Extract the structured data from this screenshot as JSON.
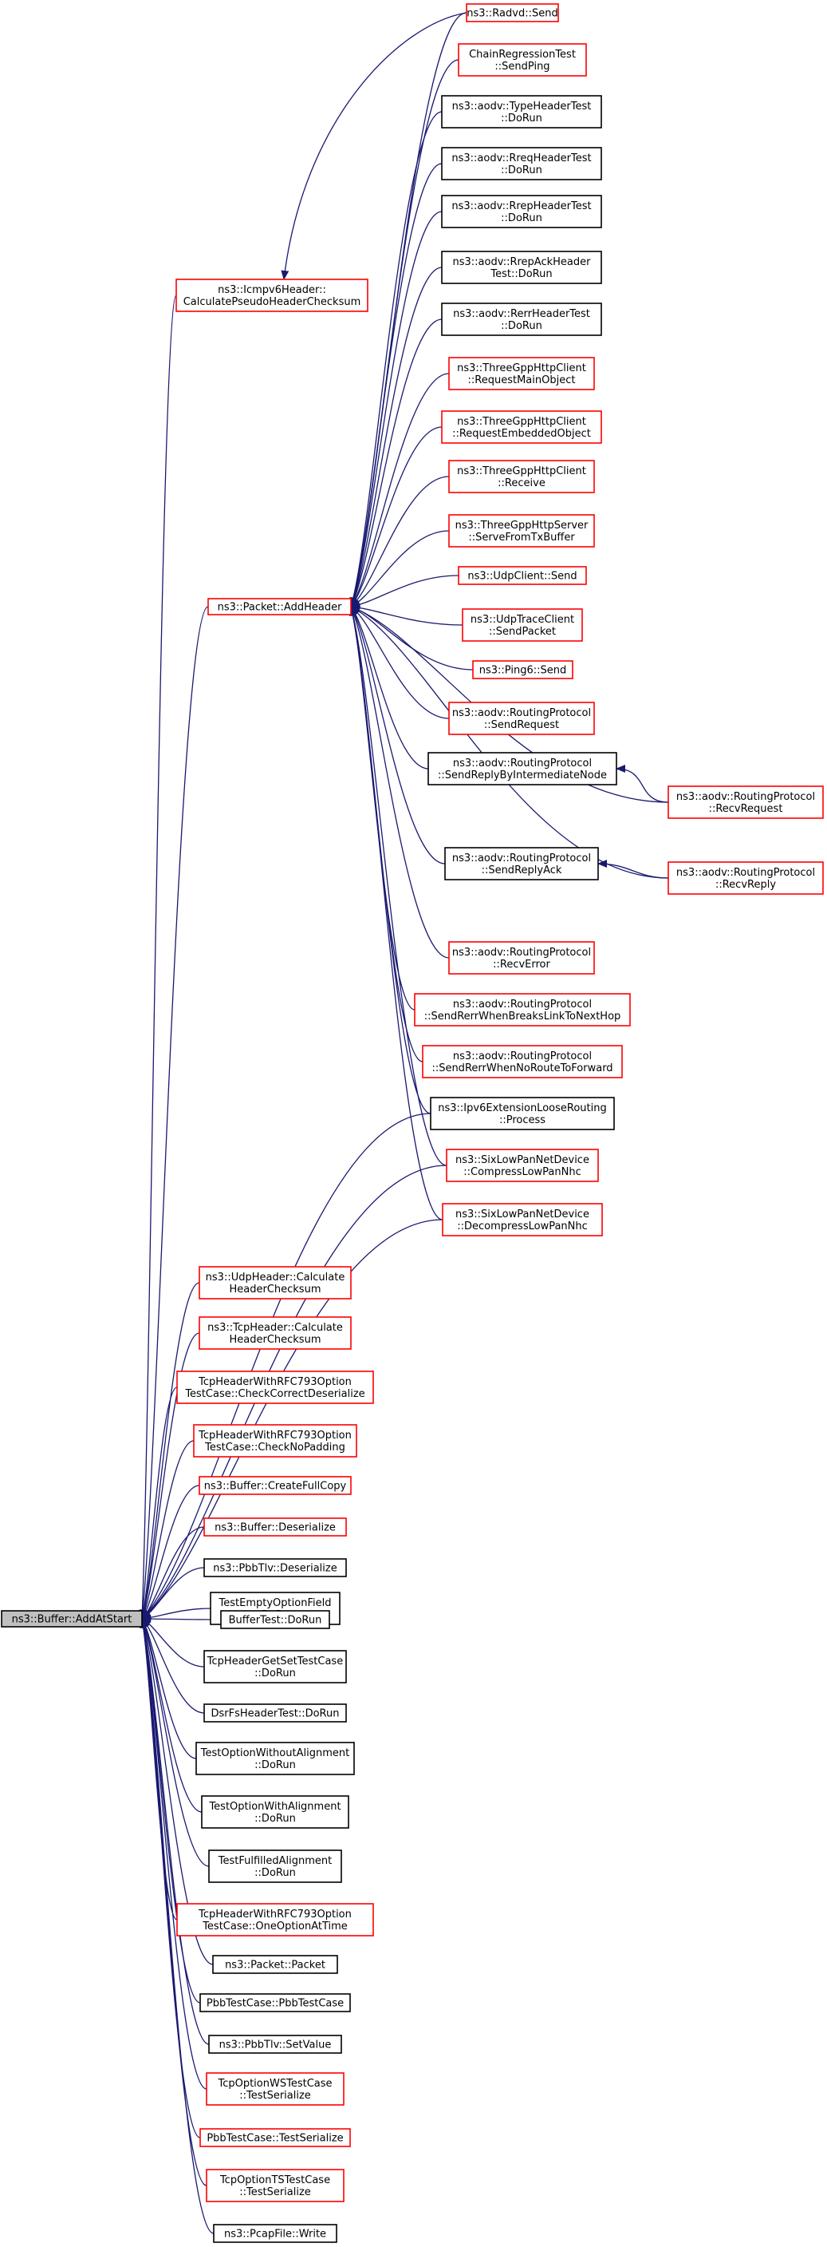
{
  "colors": {
    "edge": "#191970",
    "border_red": "#ff0000",
    "border_black": "#000000",
    "root_fill": "#bfbfbf"
  },
  "nodes": [
    {
      "id": "buffer_addatstart",
      "lines": [
        "ns3::Buffer::AddAtStart"
      ],
      "border": "black",
      "root": true
    },
    {
      "id": "packet_addheader",
      "lines": [
        "ns3::Packet::AddHeader"
      ],
      "border": "red"
    },
    {
      "id": "icmpv6_checksum",
      "lines": [
        "ns3::Icmpv6Header::",
        "CalculatePseudoHeaderChecksum"
      ],
      "border": "red"
    },
    {
      "id": "radvd_send",
      "lines": [
        "ns3::Radvd::Send"
      ],
      "border": "red"
    },
    {
      "id": "chain_sendping",
      "lines": [
        "ChainRegressionTest",
        "::SendPing"
      ],
      "border": "red"
    },
    {
      "id": "typeheader",
      "lines": [
        "ns3::aodv::TypeHeaderTest",
        "::DoRun"
      ],
      "border": "black"
    },
    {
      "id": "rreqheader",
      "lines": [
        "ns3::aodv::RreqHeaderTest",
        "::DoRun"
      ],
      "border": "black"
    },
    {
      "id": "rrepheader",
      "lines": [
        "ns3::aodv::RrepHeaderTest",
        "::DoRun"
      ],
      "border": "black"
    },
    {
      "id": "rrepackheader",
      "lines": [
        "ns3::aodv::RrepAckHeader",
        "Test::DoRun"
      ],
      "border": "black"
    },
    {
      "id": "rerrheader",
      "lines": [
        "ns3::aodv::RerrHeaderTest",
        "::DoRun"
      ],
      "border": "black"
    },
    {
      "id": "http_mainobj",
      "lines": [
        "ns3::ThreeGppHttpClient",
        "::RequestMainObject"
      ],
      "border": "red"
    },
    {
      "id": "http_embobj",
      "lines": [
        "ns3::ThreeGppHttpClient",
        "::RequestEmbeddedObject"
      ],
      "border": "red"
    },
    {
      "id": "http_receive",
      "lines": [
        "ns3::ThreeGppHttpClient",
        "::Receive"
      ],
      "border": "red"
    },
    {
      "id": "http_serve",
      "lines": [
        "ns3::ThreeGppHttpServer",
        "::ServeFromTxBuffer"
      ],
      "border": "red"
    },
    {
      "id": "udpclient_send",
      "lines": [
        "ns3::UdpClient::Send"
      ],
      "border": "red"
    },
    {
      "id": "udptrace_send",
      "lines": [
        "ns3::UdpTraceClient",
        "::SendPacket"
      ],
      "border": "red"
    },
    {
      "id": "ping6_send",
      "lines": [
        "ns3::Ping6::Send"
      ],
      "border": "red"
    },
    {
      "id": "rp_sendrequest",
      "lines": [
        "ns3::aodv::RoutingProtocol",
        "::SendRequest"
      ],
      "border": "red"
    },
    {
      "id": "rp_sendreplyinter",
      "lines": [
        "ns3::aodv::RoutingProtocol",
        "::SendReplyByIntermediateNode"
      ],
      "border": "black"
    },
    {
      "id": "rp_recvrequest",
      "lines": [
        "ns3::aodv::RoutingProtocol",
        "::RecvRequest"
      ],
      "border": "red"
    },
    {
      "id": "rp_sendreplyack",
      "lines": [
        "ns3::aodv::RoutingProtocol",
        "::SendReplyAck"
      ],
      "border": "black"
    },
    {
      "id": "rp_recvreply",
      "lines": [
        "ns3::aodv::RoutingProtocol",
        "::RecvReply"
      ],
      "border": "red"
    },
    {
      "id": "rp_recverror",
      "lines": [
        "ns3::aodv::RoutingProtocol",
        "::RecvError"
      ],
      "border": "red"
    },
    {
      "id": "rp_rerrbreaks",
      "lines": [
        "ns3::aodv::RoutingProtocol",
        "::SendRerrWhenBreaksLinkToNextHop"
      ],
      "border": "red"
    },
    {
      "id": "rp_rerrnoroute",
      "lines": [
        "ns3::aodv::RoutingProtocol",
        "::SendRerrWhenNoRouteToForward"
      ],
      "border": "red"
    },
    {
      "id": "ipv6_looserouting",
      "lines": [
        "ns3::Ipv6ExtensionLooseRouting",
        "::Process"
      ],
      "border": "black"
    },
    {
      "id": "sixlowpan_compress",
      "lines": [
        "ns3::SixLowPanNetDevice",
        "::CompressLowPanNhc"
      ],
      "border": "red"
    },
    {
      "id": "sixlowpan_decompress",
      "lines": [
        "ns3::SixLowPanNetDevice",
        "::DecompressLowPanNhc"
      ],
      "border": "red"
    },
    {
      "id": "udpheader_checksum",
      "lines": [
        "ns3::UdpHeader::Calculate",
        "HeaderChecksum"
      ],
      "border": "red"
    },
    {
      "id": "tcpheader_checksum",
      "lines": [
        "ns3::TcpHeader::Calculate",
        "HeaderChecksum"
      ],
      "border": "red"
    },
    {
      "id": "tcp793_checkcorrect",
      "lines": [
        "TcpHeaderWithRFC793Option",
        "TestCase::CheckCorrectDeserialize"
      ],
      "border": "red"
    },
    {
      "id": "tcp793_checknopad",
      "lines": [
        "TcpHeaderWithRFC793Option",
        "TestCase::CheckNoPadding"
      ],
      "border": "red"
    },
    {
      "id": "buffer_createfullcopy",
      "lines": [
        "ns3::Buffer::CreateFullCopy"
      ],
      "border": "red"
    },
    {
      "id": "buffer_deserialize",
      "lines": [
        "ns3::Buffer::Deserialize"
      ],
      "border": "red"
    },
    {
      "id": "pbbtlv_deserialize",
      "lines": [
        "ns3::PbbTlv::Deserialize"
      ],
      "border": "black"
    },
    {
      "id": "testemptyoption",
      "lines": [
        "TestEmptyOptionField",
        "::DoRun"
      ],
      "border": "black"
    },
    {
      "id": "buffertest",
      "lines": [
        "BufferTest::DoRun"
      ],
      "border": "black"
    },
    {
      "id": "tcpheadergetset",
      "lines": [
        "TcpHeaderGetSetTestCase",
        "::DoRun"
      ],
      "border": "black"
    },
    {
      "id": "dsrfsheader",
      "lines": [
        "DsrFsHeaderTest::DoRun"
      ],
      "border": "black"
    },
    {
      "id": "testoptionwithout",
      "lines": [
        "TestOptionWithoutAlignment",
        "::DoRun"
      ],
      "border": "black"
    },
    {
      "id": "testoptionwith",
      "lines": [
        "TestOptionWithAlignment",
        "::DoRun"
      ],
      "border": "black"
    },
    {
      "id": "testfulfilled",
      "lines": [
        "TestFulfilledAlignment",
        "::DoRun"
      ],
      "border": "black"
    },
    {
      "id": "tcp793_oneoption",
      "lines": [
        "TcpHeaderWithRFC793Option",
        "TestCase::OneOptionAtTime"
      ],
      "border": "red"
    },
    {
      "id": "packet_packet",
      "lines": [
        "ns3::Packet::Packet"
      ],
      "border": "black"
    },
    {
      "id": "pbbtestcase",
      "lines": [
        "PbbTestCase::PbbTestCase"
      ],
      "border": "black"
    },
    {
      "id": "pbbtlv_setvalue",
      "lines": [
        "ns3::PbbTlv::SetValue"
      ],
      "border": "black"
    },
    {
      "id": "tcpoptionws",
      "lines": [
        "TcpOptionWSTestCase",
        "::TestSerialize"
      ],
      "border": "red"
    },
    {
      "id": "pbbtest_serialize",
      "lines": [
        "PbbTestCase::TestSerialize"
      ],
      "border": "red"
    },
    {
      "id": "tcpoptionts",
      "lines": [
        "TcpOptionTSTestCase",
        "::TestSerialize"
      ],
      "border": "red"
    },
    {
      "id": "pcapfile_write",
      "lines": [
        "ns3::PcapFile::Write"
      ],
      "border": "black"
    }
  ],
  "edges": [
    {
      "from": "icmpv6_checksum",
      "to": "radvd_send"
    },
    {
      "from": "packet_addheader",
      "to": "radvd_send"
    },
    {
      "from": "packet_addheader",
      "to": "chain_sendping"
    },
    {
      "from": "packet_addheader",
      "to": "typeheader"
    },
    {
      "from": "packet_addheader",
      "to": "rreqheader"
    },
    {
      "from": "packet_addheader",
      "to": "rrepheader"
    },
    {
      "from": "packet_addheader",
      "to": "rrepackheader"
    },
    {
      "from": "packet_addheader",
      "to": "rerrheader"
    },
    {
      "from": "packet_addheader",
      "to": "http_mainobj"
    },
    {
      "from": "packet_addheader",
      "to": "http_embobj"
    },
    {
      "from": "packet_addheader",
      "to": "http_receive"
    },
    {
      "from": "packet_addheader",
      "to": "http_serve"
    },
    {
      "from": "packet_addheader",
      "to": "udpclient_send"
    },
    {
      "from": "packet_addheader",
      "to": "udptrace_send"
    },
    {
      "from": "packet_addheader",
      "to": "ping6_send"
    },
    {
      "from": "packet_addheader",
      "to": "rp_sendrequest"
    },
    {
      "from": "packet_addheader",
      "to": "rp_sendreplyinter"
    },
    {
      "from": "packet_addheader",
      "to": "rp_recvrequest"
    },
    {
      "from": "rp_sendreplyinter",
      "to": "rp_recvrequest"
    },
    {
      "from": "packet_addheader",
      "to": "rp_sendreplyack"
    },
    {
      "from": "packet_addheader",
      "to": "rp_recvreply"
    },
    {
      "from": "rp_sendreplyack",
      "to": "rp_recvreply"
    },
    {
      "from": "packet_addheader",
      "to": "rp_recverror"
    },
    {
      "from": "packet_addheader",
      "to": "rp_rerrbreaks"
    },
    {
      "from": "packet_addheader",
      "to": "rp_rerrnoroute"
    },
    {
      "from": "packet_addheader",
      "to": "ipv6_looserouting"
    },
    {
      "from": "packet_addheader",
      "to": "sixlowpan_compress"
    },
    {
      "from": "packet_addheader",
      "to": "sixlowpan_decompress"
    },
    {
      "from": "buffer_addatstart",
      "to": "icmpv6_checksum"
    },
    {
      "from": "buffer_addatstart",
      "to": "packet_addheader"
    },
    {
      "from": "buffer_addatstart",
      "to": "ipv6_looserouting"
    },
    {
      "from": "buffer_addatstart",
      "to": "sixlowpan_compress"
    },
    {
      "from": "buffer_addatstart",
      "to": "sixlowpan_decompress"
    },
    {
      "from": "buffer_addatstart",
      "to": "udpheader_checksum"
    },
    {
      "from": "buffer_addatstart",
      "to": "tcpheader_checksum"
    },
    {
      "from": "buffer_addatstart",
      "to": "tcp793_checkcorrect"
    },
    {
      "from": "buffer_addatstart",
      "to": "tcp793_checknopad"
    },
    {
      "from": "buffer_addatstart",
      "to": "buffer_createfullcopy"
    },
    {
      "from": "buffer_addatstart",
      "to": "buffer_deserialize"
    },
    {
      "from": "buffer_addatstart",
      "to": "pbbtlv_deserialize"
    },
    {
      "from": "buffer_addatstart",
      "to": "testemptyoption"
    },
    {
      "from": "buffer_addatstart",
      "to": "buffertest"
    },
    {
      "from": "buffer_addatstart",
      "to": "tcpheadergetset"
    },
    {
      "from": "buffer_addatstart",
      "to": "dsrfsheader"
    },
    {
      "from": "buffer_addatstart",
      "to": "testoptionwithout"
    },
    {
      "from": "buffer_addatstart",
      "to": "testoptionwith"
    },
    {
      "from": "buffer_addatstart",
      "to": "testfulfilled"
    },
    {
      "from": "buffer_addatstart",
      "to": "tcp793_oneoption"
    },
    {
      "from": "buffer_addatstart",
      "to": "packet_packet"
    },
    {
      "from": "buffer_addatstart",
      "to": "pbbtestcase"
    },
    {
      "from": "buffer_addatstart",
      "to": "pbbtlv_setvalue"
    },
    {
      "from": "buffer_addatstart",
      "to": "tcpoptionws"
    },
    {
      "from": "buffer_addatstart",
      "to": "pbbtest_serialize"
    },
    {
      "from": "buffer_addatstart",
      "to": "tcpoptionts"
    },
    {
      "from": "buffer_addatstart",
      "to": "pcapfile_write"
    }
  ]
}
